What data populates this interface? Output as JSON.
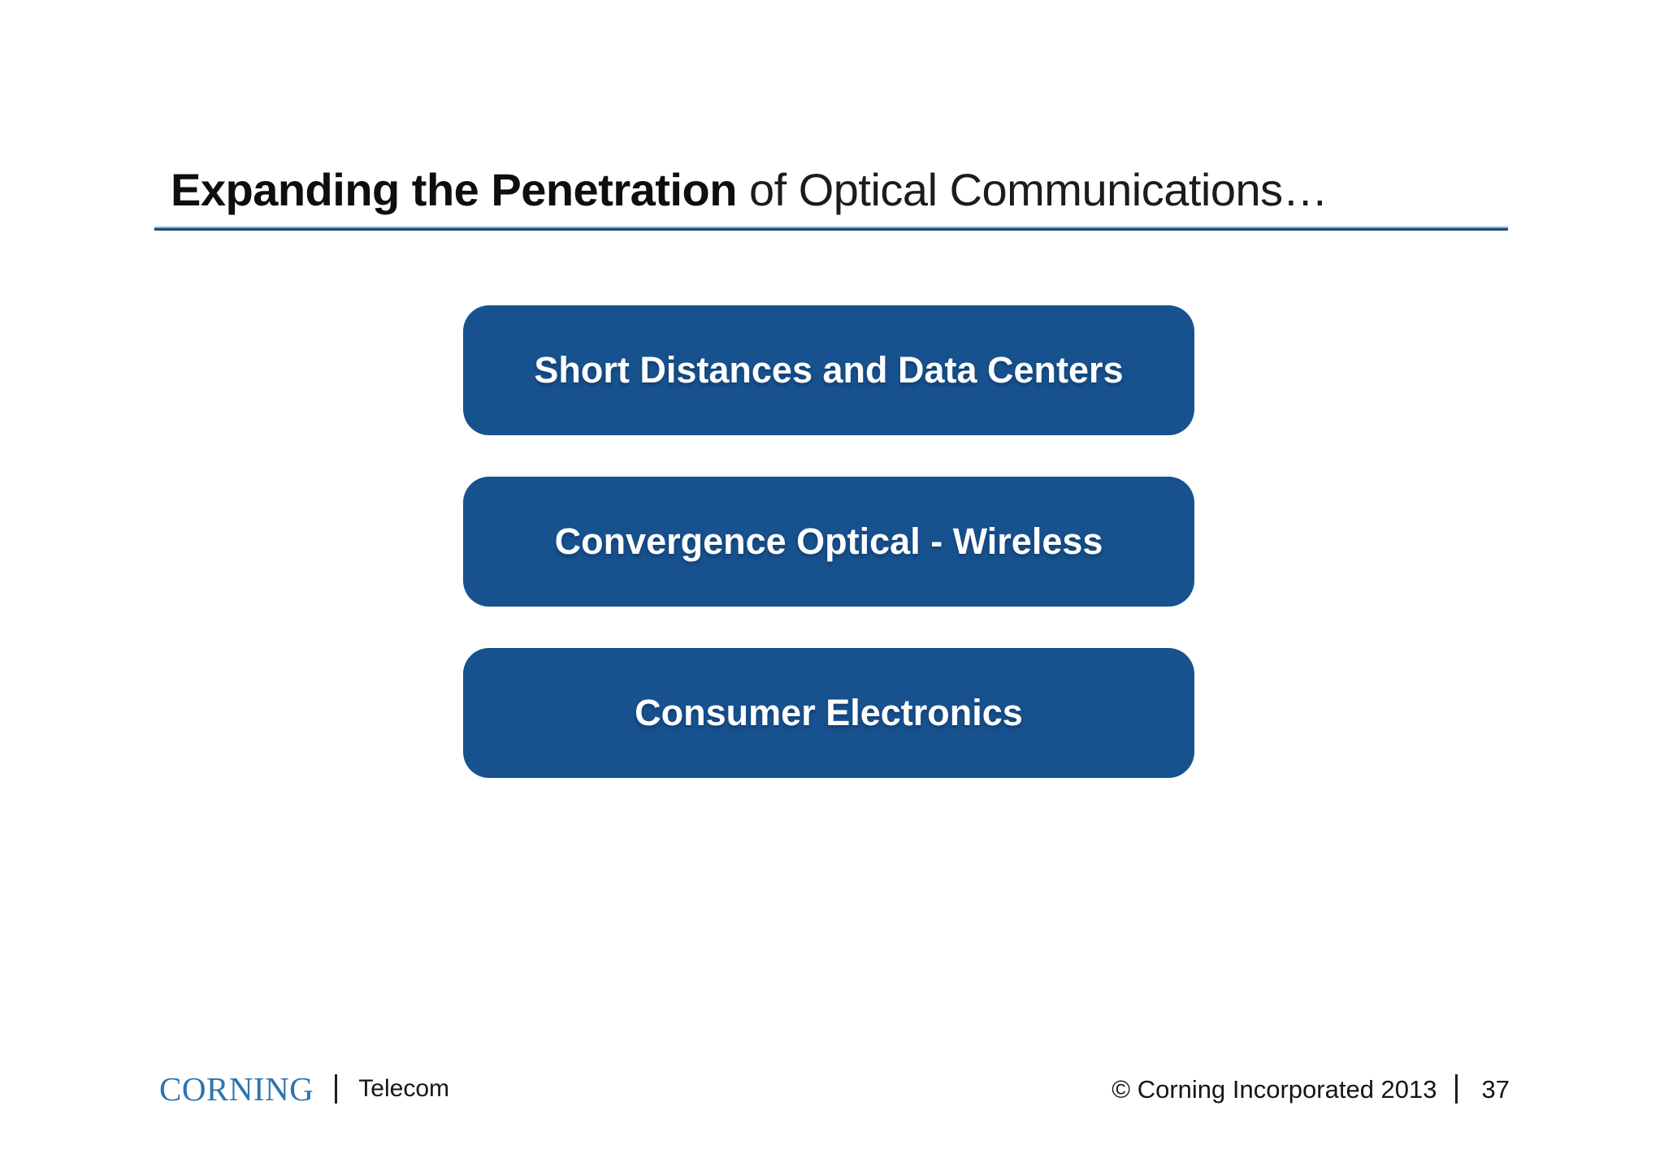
{
  "slide": {
    "title": {
      "bold": "Expanding the Penetration",
      "regular": " of Optical Communications…"
    },
    "boxes": [
      {
        "label": "Short Distances and Data Centers"
      },
      {
        "label": "Convergence Optical - Wireless"
      },
      {
        "label": "Consumer Electronics"
      }
    ],
    "footer": {
      "brand": "CORNING",
      "division": "Telecom",
      "copyright": "© Corning Incorporated 2013",
      "page_number": "37"
    },
    "colors": {
      "box_blue": "#17528f",
      "brand_blue": "#2e74b1",
      "underline_top": "#8fb0d6",
      "underline_bottom": "#1e4c7d"
    }
  }
}
